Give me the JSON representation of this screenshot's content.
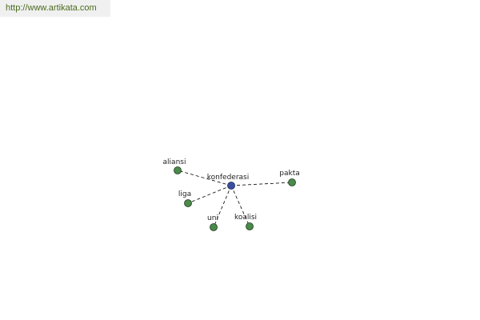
{
  "header": {
    "url": "http://www.artikata.com"
  },
  "graph": {
    "center": {
      "label": "konfederasi",
      "color": "#3a4fa0"
    },
    "leaf_color": "#4a8a4a",
    "edge_color": "#000000",
    "nodes": [
      {
        "label": "aliansi"
      },
      {
        "label": "pakta"
      },
      {
        "label": "liga"
      },
      {
        "label": "uni"
      },
      {
        "label": "koalisi"
      }
    ]
  }
}
